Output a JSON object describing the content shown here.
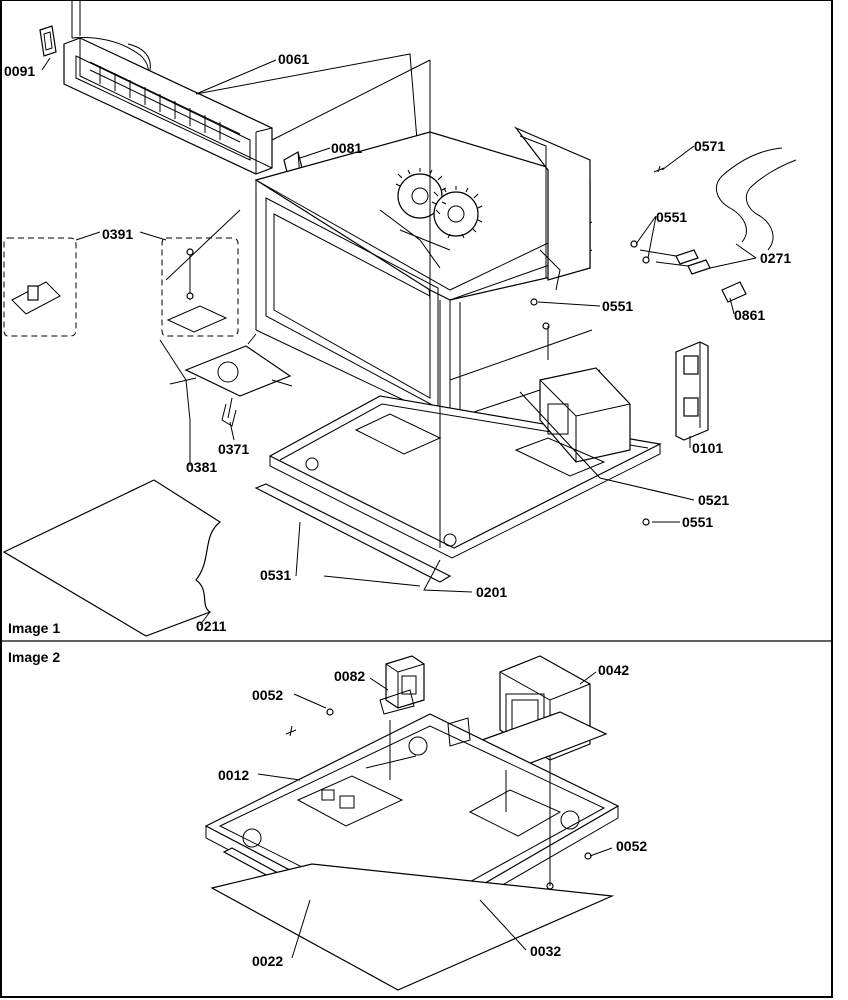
{
  "images": [
    {
      "label": "Image 1"
    },
    {
      "label": "Image 2"
    }
  ],
  "callouts": {
    "p0091": "0091",
    "p0061": "0061",
    "p0081": "0081",
    "p0571": "0571",
    "p0551a": "0551",
    "p0271": "0271",
    "p0391": "0391",
    "p0551b": "0551",
    "p0861": "0861",
    "p0101": "0101",
    "p0371": "0371",
    "p0381": "0381",
    "p0521": "0521",
    "p0551c": "0551",
    "p0531": "0531",
    "p0201": "0201",
    "p0211": "0211",
    "p0082": "0082",
    "p0042": "0042",
    "p0052a": "0052",
    "p0012": "0012",
    "p0052b": "0052",
    "p0022": "0022",
    "p0032": "0032"
  }
}
